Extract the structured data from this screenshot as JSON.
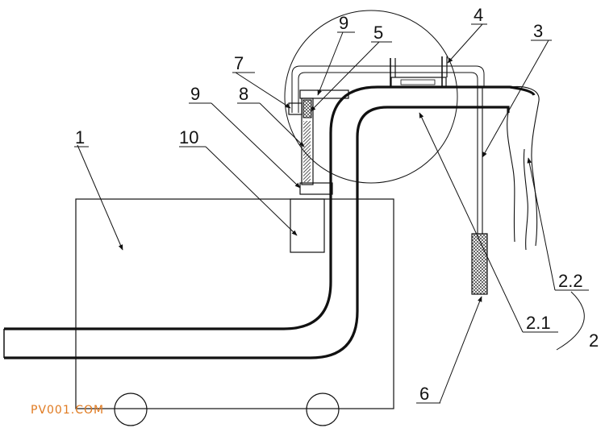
{
  "labels": {
    "l1": "1",
    "l2": "2",
    "l2_1": "2.1",
    "l2_2": "2.2",
    "l3": "3",
    "l4": "4",
    "l5": "5",
    "l6": "6",
    "l7": "7",
    "l8": "8",
    "l9_top": "9",
    "l9_mid": "9",
    "l10": "10"
  },
  "watermark": "PV001.COM",
  "colors": {
    "line": "#111111",
    "watermark": "#e07a20",
    "hatch": "#111111"
  }
}
